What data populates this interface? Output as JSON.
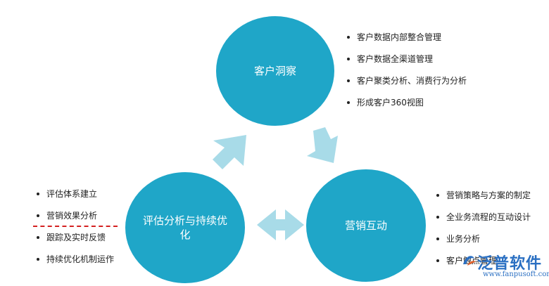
{
  "circles": {
    "top": "客户洞察",
    "left": "评估分析与持续优化",
    "right": "营销互动"
  },
  "lists": {
    "top": [
      "客户数据内部整合管理",
      "客户数据全渠道管理",
      "客户聚类分析、消费行为分析",
      "形成客户360视图"
    ],
    "left": [
      "评估体系建立",
      "营销效果分析",
      "跟踪及实时反馈",
      "持续优化机制运作"
    ],
    "right": [
      "营销策略与方案的制定",
      "全业务流程的互动设计",
      "业务分析",
      "客户触点管理"
    ]
  },
  "watermark": {
    "name": "泛普软件",
    "url": "www.fanpusoft.com"
  },
  "colors": {
    "circle": "#1fa6c8",
    "arrow": "#a8dbe8",
    "dash": "#d42020",
    "logo": "#2a6fc2"
  }
}
